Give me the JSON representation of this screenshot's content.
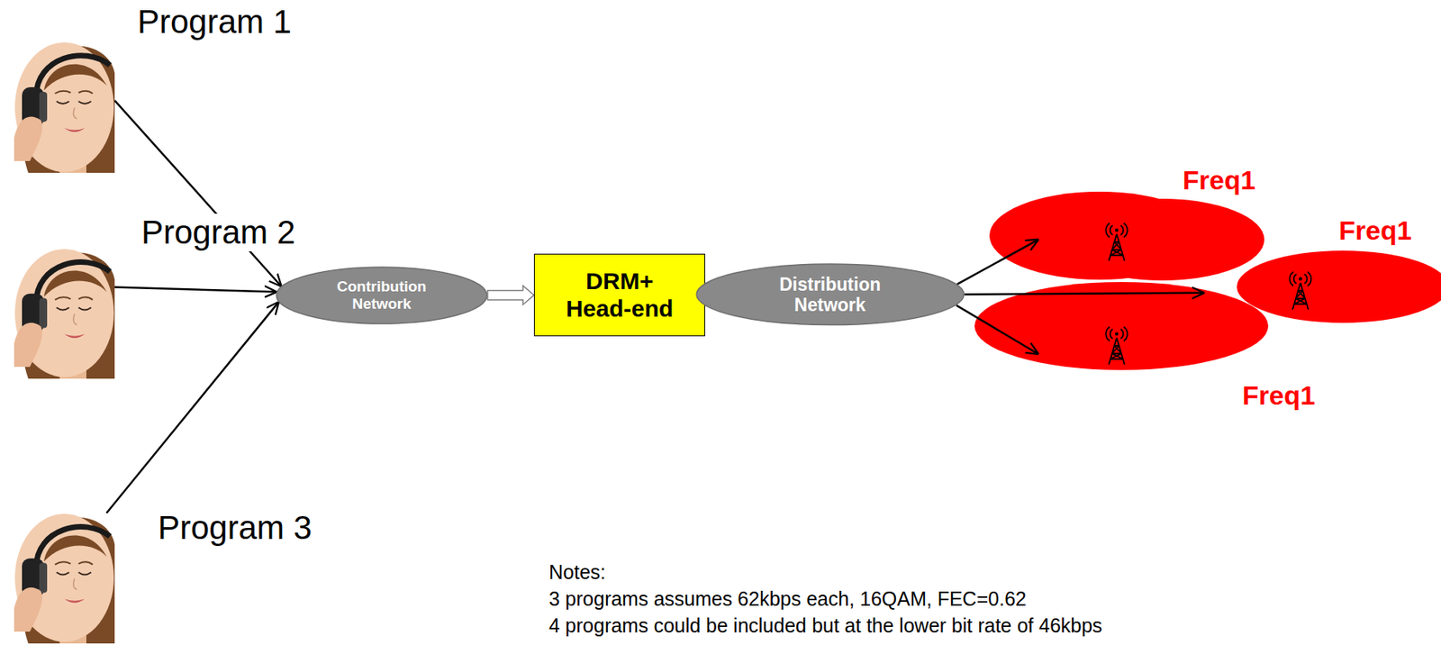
{
  "diagram": {
    "nodes": [
      {
        "text": [
          "Program 1"
        ]
      },
      {
        "text": [
          "Program 2"
        ]
      },
      {
        "text": [
          "Program 3"
        ]
      },
      {
        "text": [
          "Contribution Network"
        ]
      },
      {
        "text": [
          "DRM+ Head-end"
        ]
      },
      {
        "text": [
          "Distribution Network"
        ]
      },
      {
        "text": [
          "Freq1"
        ]
      },
      {
        "text": [
          "Freq1"
        ]
      },
      {
        "text": [
          "Freq1"
        ]
      }
    ],
    "edges": [
      {
        "from": 0,
        "to": 3,
        "arrow": "to"
      },
      {
        "from": 1,
        "to": 3,
        "arrow": "to"
      },
      {
        "from": 2,
        "to": 3,
        "arrow": "to"
      },
      {
        "from": 3,
        "to": 4,
        "arrow": "to"
      },
      {
        "from": 4,
        "to": 5,
        "arrow": "none"
      },
      {
        "from": 5,
        "to": 6,
        "arrow": "to"
      },
      {
        "from": 5,
        "to": 7,
        "arrow": "to"
      },
      {
        "from": 5,
        "to": 8,
        "arrow": "to"
      }
    ],
    "labels": [
      "Notes:",
      "3 programs assumes 62kbps each, 16QAM, FEC=0.62",
      "4 programs could be included but at the lower bit rate of 46kbps"
    ]
  }
}
